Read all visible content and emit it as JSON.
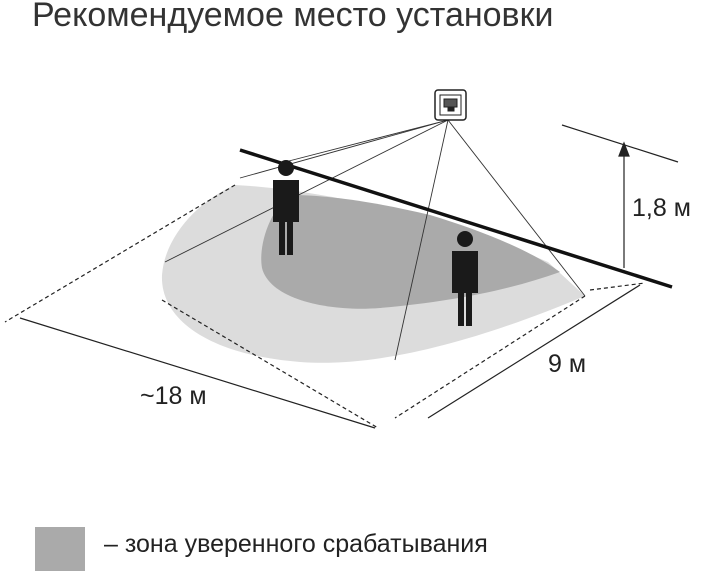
{
  "title": "Рекомендуемое место установки",
  "height_label": "1,8 м",
  "width_label": "9 м",
  "length_label": "~18 м",
  "legend": {
    "label": "– зона уверенного срабатывания",
    "color": "#aaaaaa"
  },
  "colors": {
    "outer_zone": "#dcdcdc",
    "inner_zone": "#aaaaaa"
  }
}
